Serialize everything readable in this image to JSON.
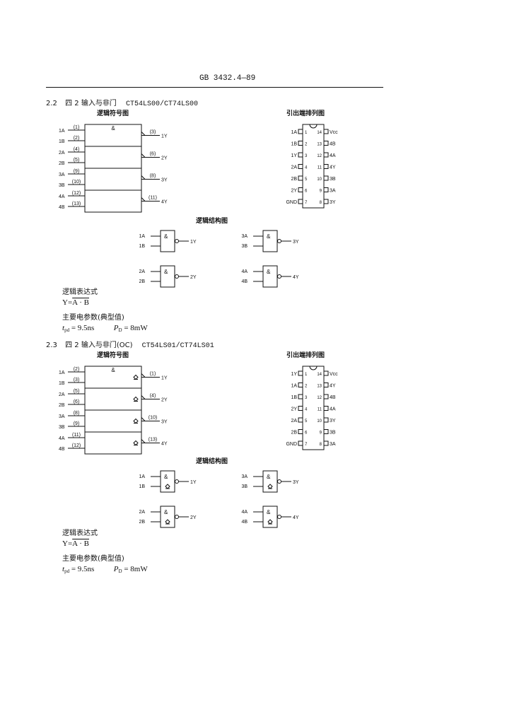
{
  "header": {
    "code": "GB 3432.4—89"
  },
  "sections": [
    {
      "number": "2.2",
      "title": "四 2 输入与非门",
      "part": "CT54LS00/CT74LS00",
      "logic_symbol_caption": "逻辑符号图",
      "pinout_caption": "引出端排列图",
      "structure_caption": "逻辑结构图",
      "gate_mark": "&",
      "open_collector": false,
      "symbol_inputs": [
        {
          "label": "1A",
          "pin": "(1)"
        },
        {
          "label": "1B",
          "pin": "(2)"
        },
        {
          "label": "2A",
          "pin": "(4)"
        },
        {
          "label": "2B",
          "pin": "(5)"
        },
        {
          "label": "3A",
          "pin": "(9)"
        },
        {
          "label": "3B",
          "pin": "(10)"
        },
        {
          "label": "4A",
          "pin": "(12)"
        },
        {
          "label": "4B",
          "pin": "(13)"
        }
      ],
      "symbol_outputs": [
        {
          "label": "1Y",
          "pin": "(3)"
        },
        {
          "label": "2Y",
          "pin": "(6)"
        },
        {
          "label": "3Y",
          "pin": "(8)"
        },
        {
          "label": "4Y",
          "pin": "(11)"
        }
      ],
      "pinout": {
        "left": [
          {
            "name": "1A",
            "num": "1"
          },
          {
            "name": "1B",
            "num": "2"
          },
          {
            "name": "1Y",
            "num": "3"
          },
          {
            "name": "2A",
            "num": "4"
          },
          {
            "name": "2B",
            "num": "5"
          },
          {
            "name": "2Y",
            "num": "6"
          },
          {
            "name": "GND",
            "num": "7"
          }
        ],
        "right": [
          {
            "name": "Vcc",
            "num": "14"
          },
          {
            "name": "4B",
            "num": "13"
          },
          {
            "name": "4A",
            "num": "12"
          },
          {
            "name": "4Y",
            "num": "11"
          },
          {
            "name": "3B",
            "num": "10"
          },
          {
            "name": "3A",
            "num": "9"
          },
          {
            "name": "3Y",
            "num": "8"
          }
        ]
      },
      "structure_gates": [
        {
          "a": "1A",
          "b": "1B",
          "y": "1Y"
        },
        {
          "a": "3A",
          "b": "3B",
          "y": "3Y"
        },
        {
          "a": "2A",
          "b": "2B",
          "y": "2Y"
        },
        {
          "a": "4A",
          "b": "4B",
          "y": "4Y"
        }
      ],
      "expression_label": "逻辑表达式",
      "expression_lhs": "Y=",
      "expression_rhs": "A · B",
      "params_label": "主要电参数(典型值)",
      "tpd_symbol": "t",
      "tpd_sub": "pd",
      "tpd_value": "= 9.5ns",
      "pd_symbol": "P",
      "pd_sub": "D",
      "pd_value": "= 8mW"
    },
    {
      "number": "2.3",
      "title": "四 2 输入与非门(OC)",
      "part": "CT54LS01/CT74LS01",
      "logic_symbol_caption": "逻辑符号图",
      "pinout_caption": "引出端排列图",
      "structure_caption": "逻辑结构图",
      "gate_mark": "&",
      "open_collector": true,
      "symbol_inputs": [
        {
          "label": "1A",
          "pin": "(2)"
        },
        {
          "label": "1B",
          "pin": "(3)"
        },
        {
          "label": "2A",
          "pin": "(5)"
        },
        {
          "label": "2B",
          "pin": "(6)"
        },
        {
          "label": "3A",
          "pin": "(8)"
        },
        {
          "label": "3B",
          "pin": "(9)"
        },
        {
          "label": "4A",
          "pin": "(11)"
        },
        {
          "label": "4B",
          "pin": "(12)"
        }
      ],
      "symbol_outputs": [
        {
          "label": "1Y",
          "pin": "(1)"
        },
        {
          "label": "2Y",
          "pin": "(4)"
        },
        {
          "label": "3Y",
          "pin": "(10)"
        },
        {
          "label": "4Y",
          "pin": "(13)"
        }
      ],
      "pinout": {
        "left": [
          {
            "name": "1Y",
            "num": "1"
          },
          {
            "name": "1A",
            "num": "2"
          },
          {
            "name": "1B",
            "num": "3"
          },
          {
            "name": "2Y",
            "num": "4"
          },
          {
            "name": "2A",
            "num": "5"
          },
          {
            "name": "2B",
            "num": "6"
          },
          {
            "name": "GND",
            "num": "7"
          }
        ],
        "right": [
          {
            "name": "Vcc",
            "num": "14"
          },
          {
            "name": "4Y",
            "num": "13"
          },
          {
            "name": "4B",
            "num": "12"
          },
          {
            "name": "4A",
            "num": "11"
          },
          {
            "name": "3Y",
            "num": "10"
          },
          {
            "name": "3B",
            "num": "9"
          },
          {
            "name": "3A",
            "num": "8"
          }
        ]
      },
      "structure_gates": [
        {
          "a": "1A",
          "b": "1B",
          "y": "1Y"
        },
        {
          "a": "3A",
          "b": "3B",
          "y": "3Y"
        },
        {
          "a": "2A",
          "b": "2B",
          "y": "2Y"
        },
        {
          "a": "4A",
          "b": "4B",
          "y": "4Y"
        }
      ],
      "expression_label": "逻辑表达式",
      "expression_lhs": "Y=",
      "expression_rhs": "A · B",
      "params_label": "主要电参数(典型值)",
      "tpd_symbol": "t",
      "tpd_sub": "pd",
      "tpd_value": "= 9.5ns",
      "pd_symbol": "P",
      "pd_sub": "D",
      "pd_value": "= 8mW"
    }
  ]
}
